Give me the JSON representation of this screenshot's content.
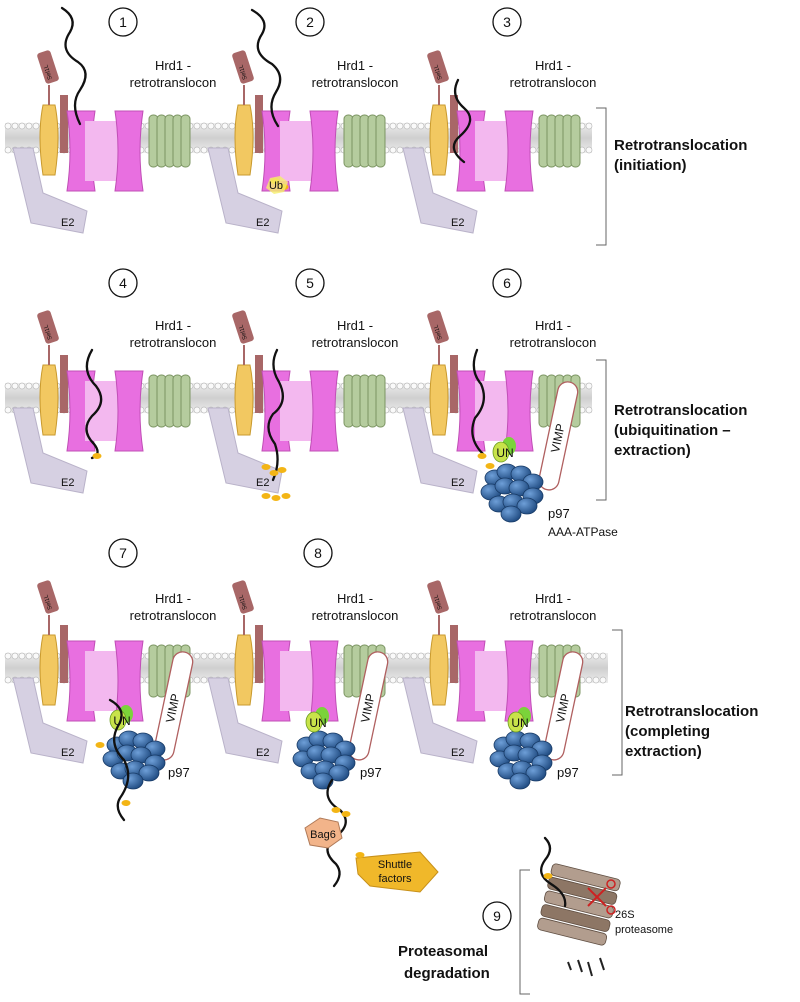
{
  "complex_label": [
    "Hrd1 -",
    "retrotranslocon"
  ],
  "protein_labels": {
    "sel1l": "Sel1L",
    "e2": "E2",
    "ub": "Ub",
    "un": "UN",
    "vimp": "VIMP",
    "p97": "p97",
    "p97_full": [
      "p97",
      "AAA-ATPase"
    ],
    "bag6": "Bag6",
    "shuttle": [
      "Shuttle",
      "factors"
    ],
    "proteasome": [
      "26S",
      "proteasome"
    ]
  },
  "steps": [
    "1",
    "2",
    "3",
    "4",
    "5",
    "6",
    "7",
    "8",
    "9"
  ],
  "stage_labels": [
    [
      "Retrotranslocation",
      "(initiation)"
    ],
    [
      "Retrotranslocation",
      "(ubiquitination –",
      "extraction)"
    ],
    [
      "Retrotranslocation",
      "(completing",
      "extraction)"
    ]
  ],
  "final_label": [
    "Proteasomal",
    "degradation"
  ],
  "colors": {
    "membrane": "#d9d9d9",
    "hrd1": "#e86fe0",
    "hrd1_light": "#f3b8ef",
    "sel1l_body": "#f2c861",
    "green": "#b5cc9e",
    "e2": "#d6d0e2",
    "sel1l_cap": "#a86767",
    "p97": "#2d5f9e",
    "un": "#7bd33a",
    "ub_dot": "#f3b515",
    "bag6": "#f2b48a",
    "shuttle": "#f0b82a",
    "proteasome": "#9a8270"
  }
}
